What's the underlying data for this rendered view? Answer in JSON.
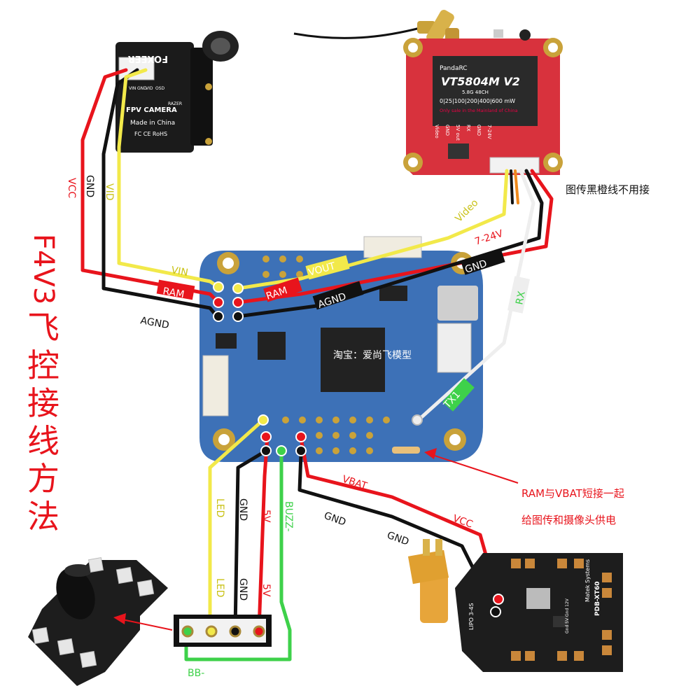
{
  "title": "F4V3飞控接线方法",
  "watermark": "淘宝：爱尚飞模型",
  "camera": {
    "brand": "FOXEER",
    "model_text": "FPV CAMERA",
    "sub_brand": "RAZER",
    "made_in": "Made in China",
    "marks": "FC CE RoHS",
    "pins": [
      "VIN",
      "GND",
      "VID",
      "OSD"
    ]
  },
  "vtx": {
    "brand": "PandaRC",
    "model": "VT5804M V2",
    "sub": "5.8G 48CH",
    "power": "0|25|100|200|400|600 mW",
    "note": "Only sale in the Mainland of China",
    "pins": [
      "Video",
      "GND",
      "5V out",
      "RX",
      "GND",
      "7-24V"
    ]
  },
  "pdb": {
    "brand": "Matek Systems",
    "model": "PDB-XT60",
    "lipo": "LIPO 3-4S",
    "pins": [
      "GND",
      "VCC"
    ],
    "rail": "Gnd  5V  Gnd  12V"
  },
  "labels": {
    "cam_vcc": "VCC",
    "cam_gnd": "GND",
    "cam_vid": "VID",
    "fc_vin": "VIN",
    "fc_ram_left": "RAM",
    "fc_agnd_left": "AGND",
    "fc_vout": "VOUT",
    "fc_ram_right": "RAM",
    "fc_agnd_right": "AGND",
    "vtx_video": "Video",
    "vtx_724": "7-24V",
    "vtx_gnd": "GND",
    "vtx_rx": "RX",
    "fc_tx1": "TX1",
    "vtx_note": "图传黑橙线不用接",
    "ram_note_1": "RAM与VBAT短接一起",
    "ram_note_2": "给图传和摄像头供电",
    "led_1": "LED",
    "gnd_1": "GND",
    "v5_1": "5V",
    "buzz": "BUZZ-",
    "led_2": "LED",
    "gnd_2": "GND",
    "v5_2": "5V",
    "bb": "BB-",
    "vbat": "VBAT",
    "gnd_pdb_1": "GND",
    "gnd_pdb_2": "GND",
    "vcc_pdb": "VCC"
  },
  "colors": {
    "red": "#e8141c",
    "black": "#111111",
    "yellow": "#f2e94a",
    "green": "#3ed14a",
    "white": "#eeeeee",
    "orange": "#f08a1c",
    "board_blue": "#3d71b7",
    "vtx_red": "#d8323d",
    "pcb_black": "#1d1d1d"
  }
}
